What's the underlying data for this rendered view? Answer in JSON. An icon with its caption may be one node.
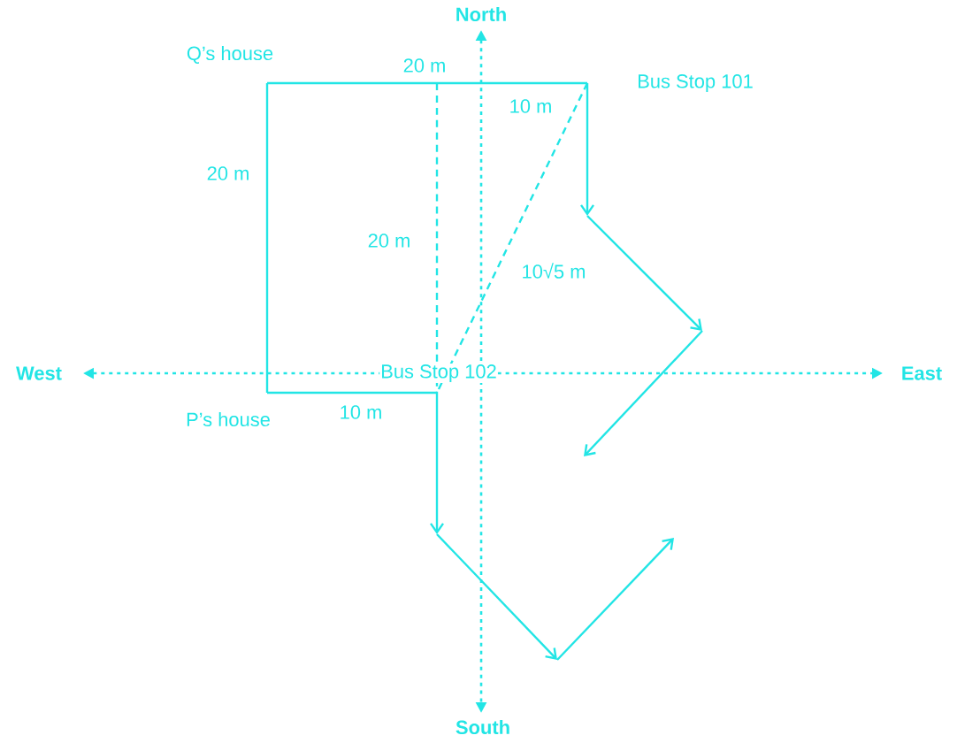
{
  "diagram": {
    "nodes": [
      {
        "text": [
          "Q’s house"
        ]
      },
      {
        "text": [
          "Bus Stop 101"
        ]
      },
      {
        "text": [
          "Bus Stop 102"
        ]
      },
      {
        "text": [
          "P’s house"
        ]
      }
    ],
    "edges": [
      {
        "from": 0,
        "to": 1,
        "arrow": "none",
        "label": "20 m"
      },
      {
        "from": 0,
        "to": 3,
        "arrow": "none",
        "label": "20 m"
      },
      {
        "from": 3,
        "to": 2,
        "arrow": "none",
        "label": "10 m"
      },
      {
        "from": 1,
        "to": 2,
        "arrow": "none",
        "style": "dashed",
        "label": "10√5 m"
      },
      {
        "from": null,
        "to": 2,
        "arrow": "none",
        "style": "dashed",
        "label": "20 m"
      },
      {
        "from": 1,
        "to": null,
        "arrow": "to"
      },
      {
        "from": 2,
        "to": null,
        "arrow": "to"
      }
    ],
    "labels": [
      "North",
      "10 m",
      "West",
      "East",
      "South"
    ]
  }
}
